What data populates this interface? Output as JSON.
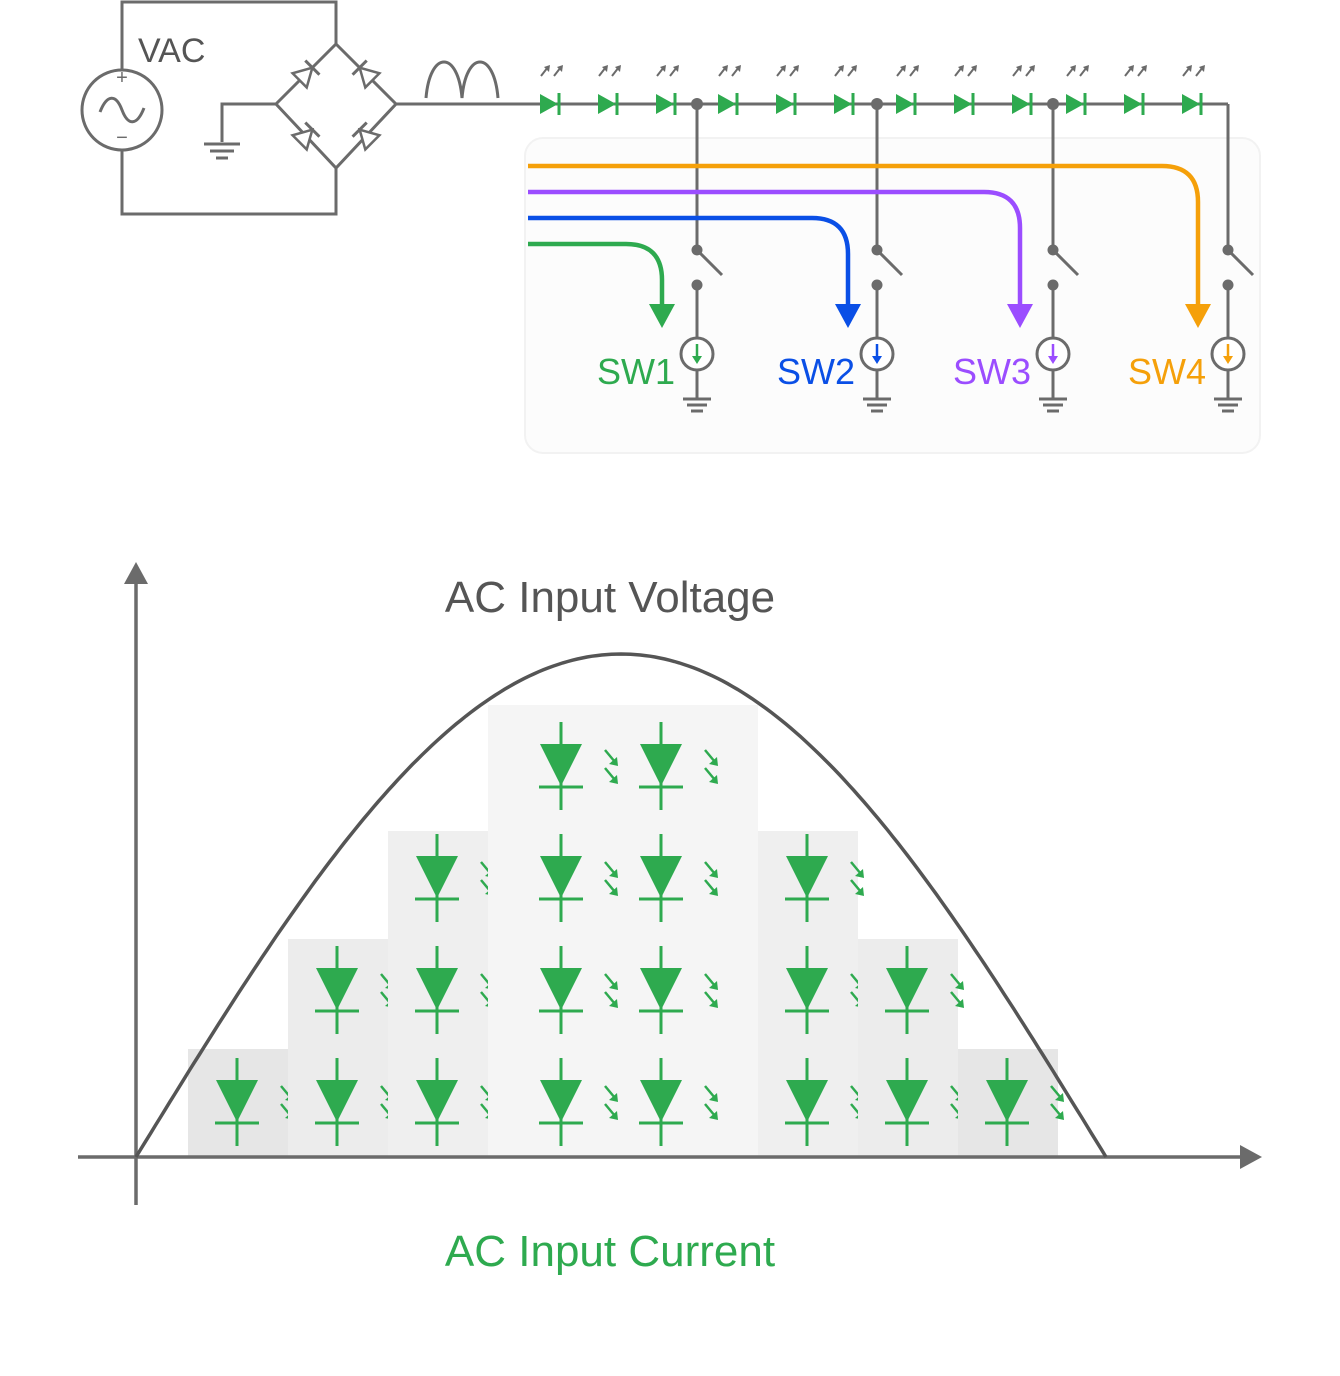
{
  "circuit": {
    "source_label": "VAC",
    "plus_sign": "+",
    "minus_sign": "−",
    "switches": [
      {
        "label": "SW1",
        "color": "#2eaa4f"
      },
      {
        "label": "SW2",
        "color": "#0a4fe6"
      },
      {
        "label": "SW3",
        "color": "#9b4dff"
      },
      {
        "label": "SW4",
        "color": "#f5a00a"
      }
    ],
    "led_color": "#2eaa4f",
    "wire_color": "#6b6b6b"
  },
  "graph": {
    "voltage_label": "AC Input Voltage",
    "current_label": "AC Input Current",
    "stage_led_counts": [
      1,
      2,
      3,
      4,
      4,
      3,
      2,
      1
    ],
    "voltage_color": "#555555",
    "current_color": "#2eaa4f"
  }
}
